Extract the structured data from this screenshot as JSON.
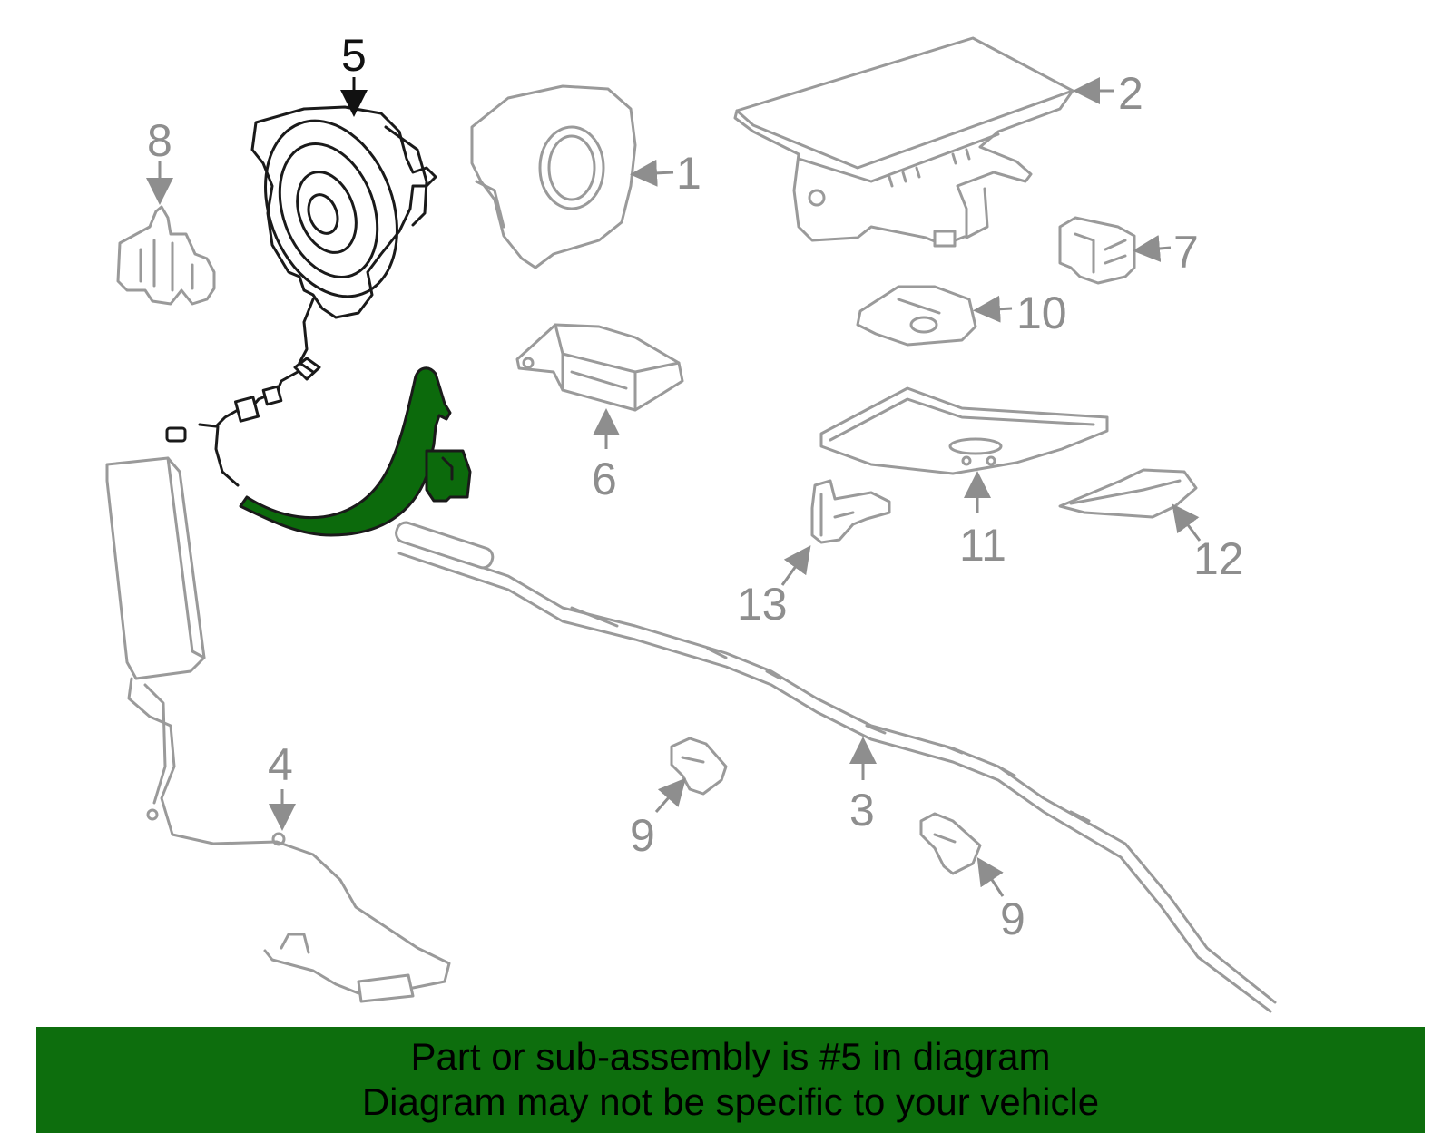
{
  "callouts": {
    "c1": "1",
    "c2": "2",
    "c3": "3",
    "c4": "4",
    "c5": "5",
    "c6": "6",
    "c7": "7",
    "c8": "8",
    "c9a": "9",
    "c9b": "9",
    "c10": "10",
    "c11": "11",
    "c12": "12",
    "c13": "13"
  },
  "highlight_part": "5",
  "colors": {
    "highlight": "#0d6e0d",
    "part_outline": "#9a9a9a",
    "selected_outline": "#1a1a1a"
  },
  "banner": {
    "line1": "Part or sub-assembly is #5 in diagram",
    "line2": "Diagram may not be specific to your vehicle"
  }
}
